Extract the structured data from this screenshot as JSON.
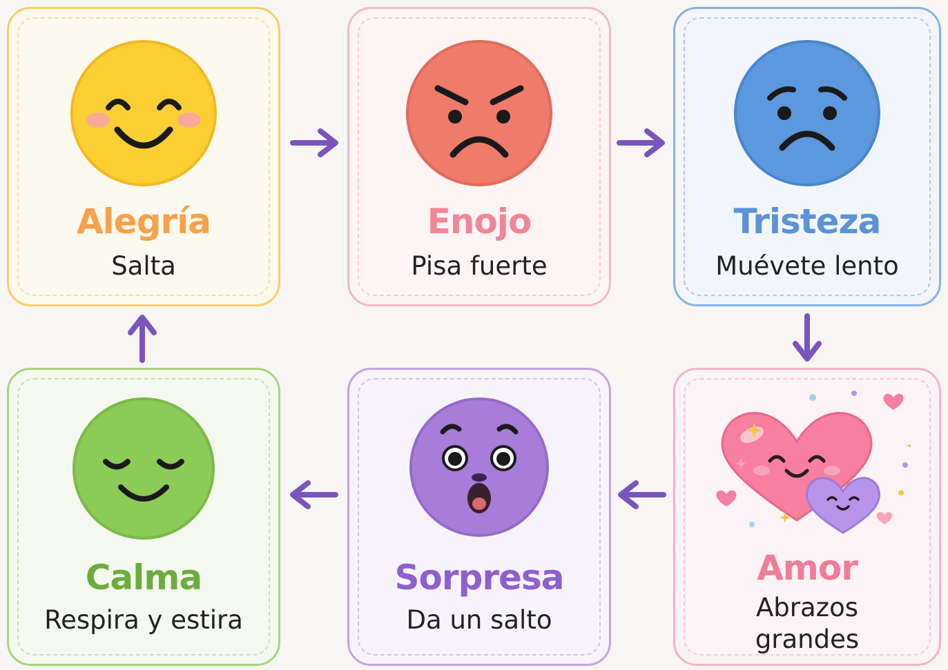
{
  "emotions": [
    {
      "id": "alegria",
      "title": "Alegría",
      "action": "Salta",
      "title_color": "#f5a24a",
      "face_color": "#fbcf33"
    },
    {
      "id": "enojo",
      "title": "Enojo",
      "action": "Pisa fuerte",
      "title_color": "#f08696",
      "face_color": "#ef7b6a"
    },
    {
      "id": "tristeza",
      "title": "Tristeza",
      "action": "Muévete lento",
      "title_color": "#5b93d6",
      "face_color": "#5b98dd"
    },
    {
      "id": "calma",
      "title": "Calma",
      "action": "Respira y estira",
      "title_color": "#6cac3c",
      "face_color": "#8dcb57"
    },
    {
      "id": "sorpresa",
      "title": "Sorpresa",
      "action": "Da un salto",
      "title_color": "#8f5fce",
      "face_color": "#a77dd9"
    },
    {
      "id": "amor",
      "title": "Amor",
      "action_line1": "Abrazos",
      "action_line2": "grandes",
      "title_color": "#ef7d98",
      "heart_color": "#f77fa0"
    }
  ],
  "flow_order": [
    "alegria",
    "enojo",
    "tristeza",
    "amor",
    "sorpresa",
    "calma"
  ],
  "arrow_color": "#7a55bd"
}
